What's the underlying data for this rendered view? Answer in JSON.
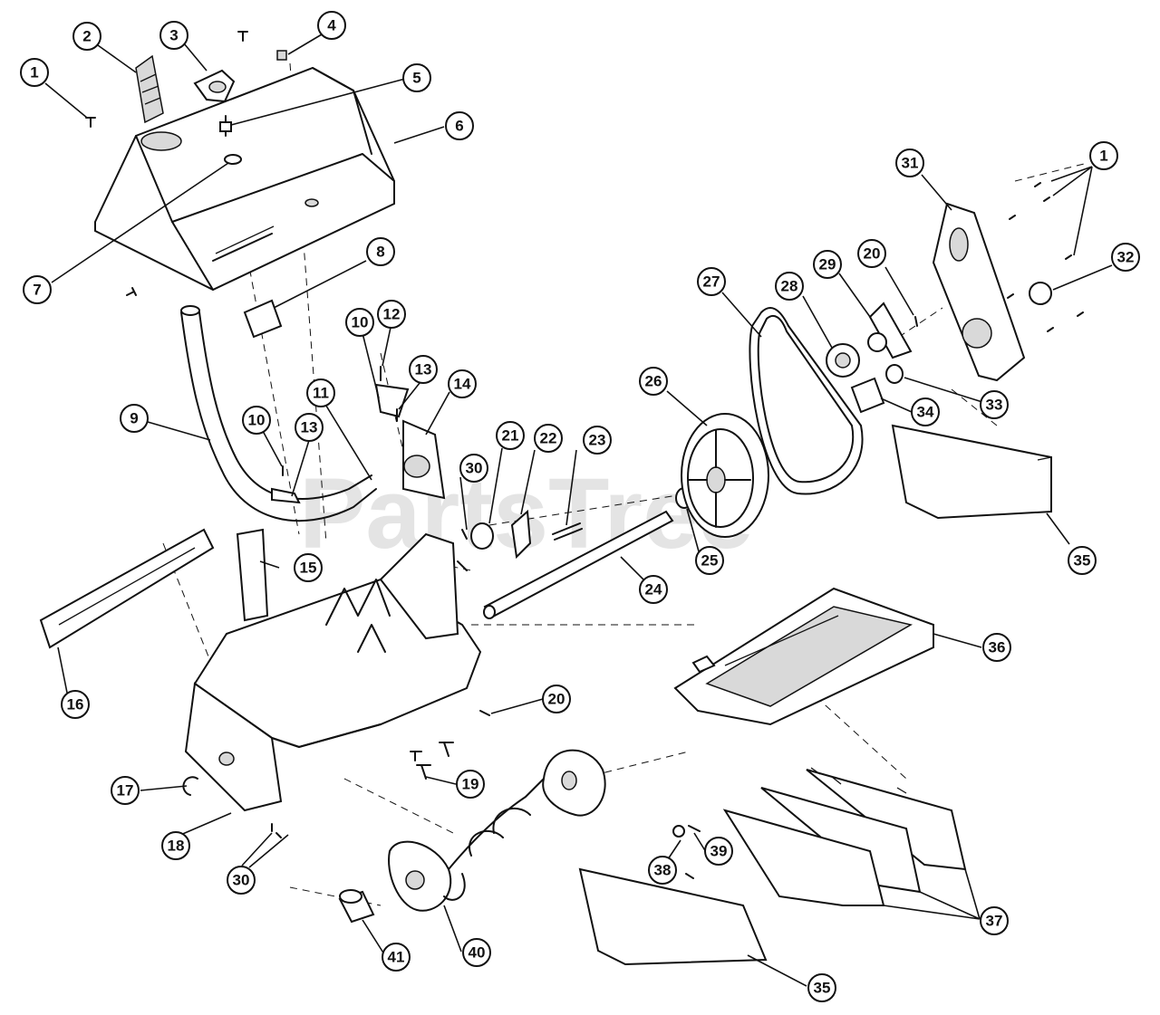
{
  "watermark": "PartsTree",
  "callouts": [
    "1",
    "2",
    "3",
    "4",
    "5",
    "6",
    "7",
    "8",
    "9",
    "10",
    "11",
    "12",
    "13",
    "14",
    "15",
    "16",
    "17",
    "18",
    "19",
    "20",
    "21",
    "22",
    "23",
    "24",
    "25",
    "26",
    "27",
    "28",
    "29",
    "30",
    "31",
    "32",
    "33",
    "34",
    "35",
    "36",
    "37",
    "38",
    "39",
    "40",
    "41"
  ]
}
